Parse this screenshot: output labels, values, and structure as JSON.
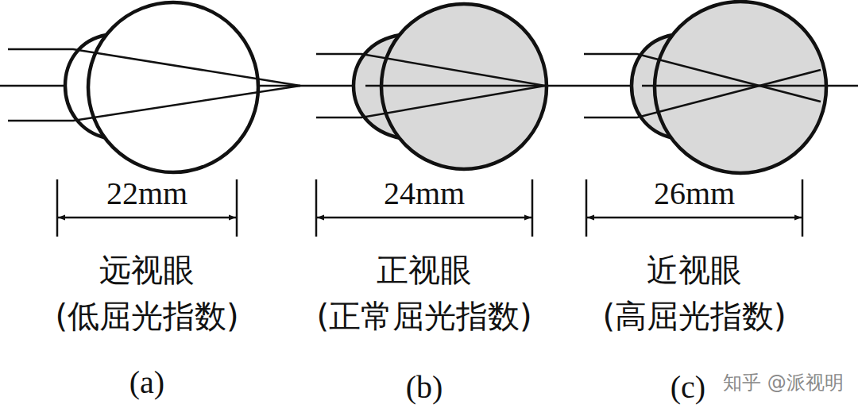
{
  "diagram": {
    "labels": [
      "22mm",
      "24mm",
      "26mm",
      "远视眼",
      "(低屈光指数)",
      "正视眼",
      "(正常屈光指数)",
      "近视眼",
      "(高屈光指数)",
      "(a)",
      "(b)",
      "(c)",
      "知乎 @派视明"
    ]
  }
}
